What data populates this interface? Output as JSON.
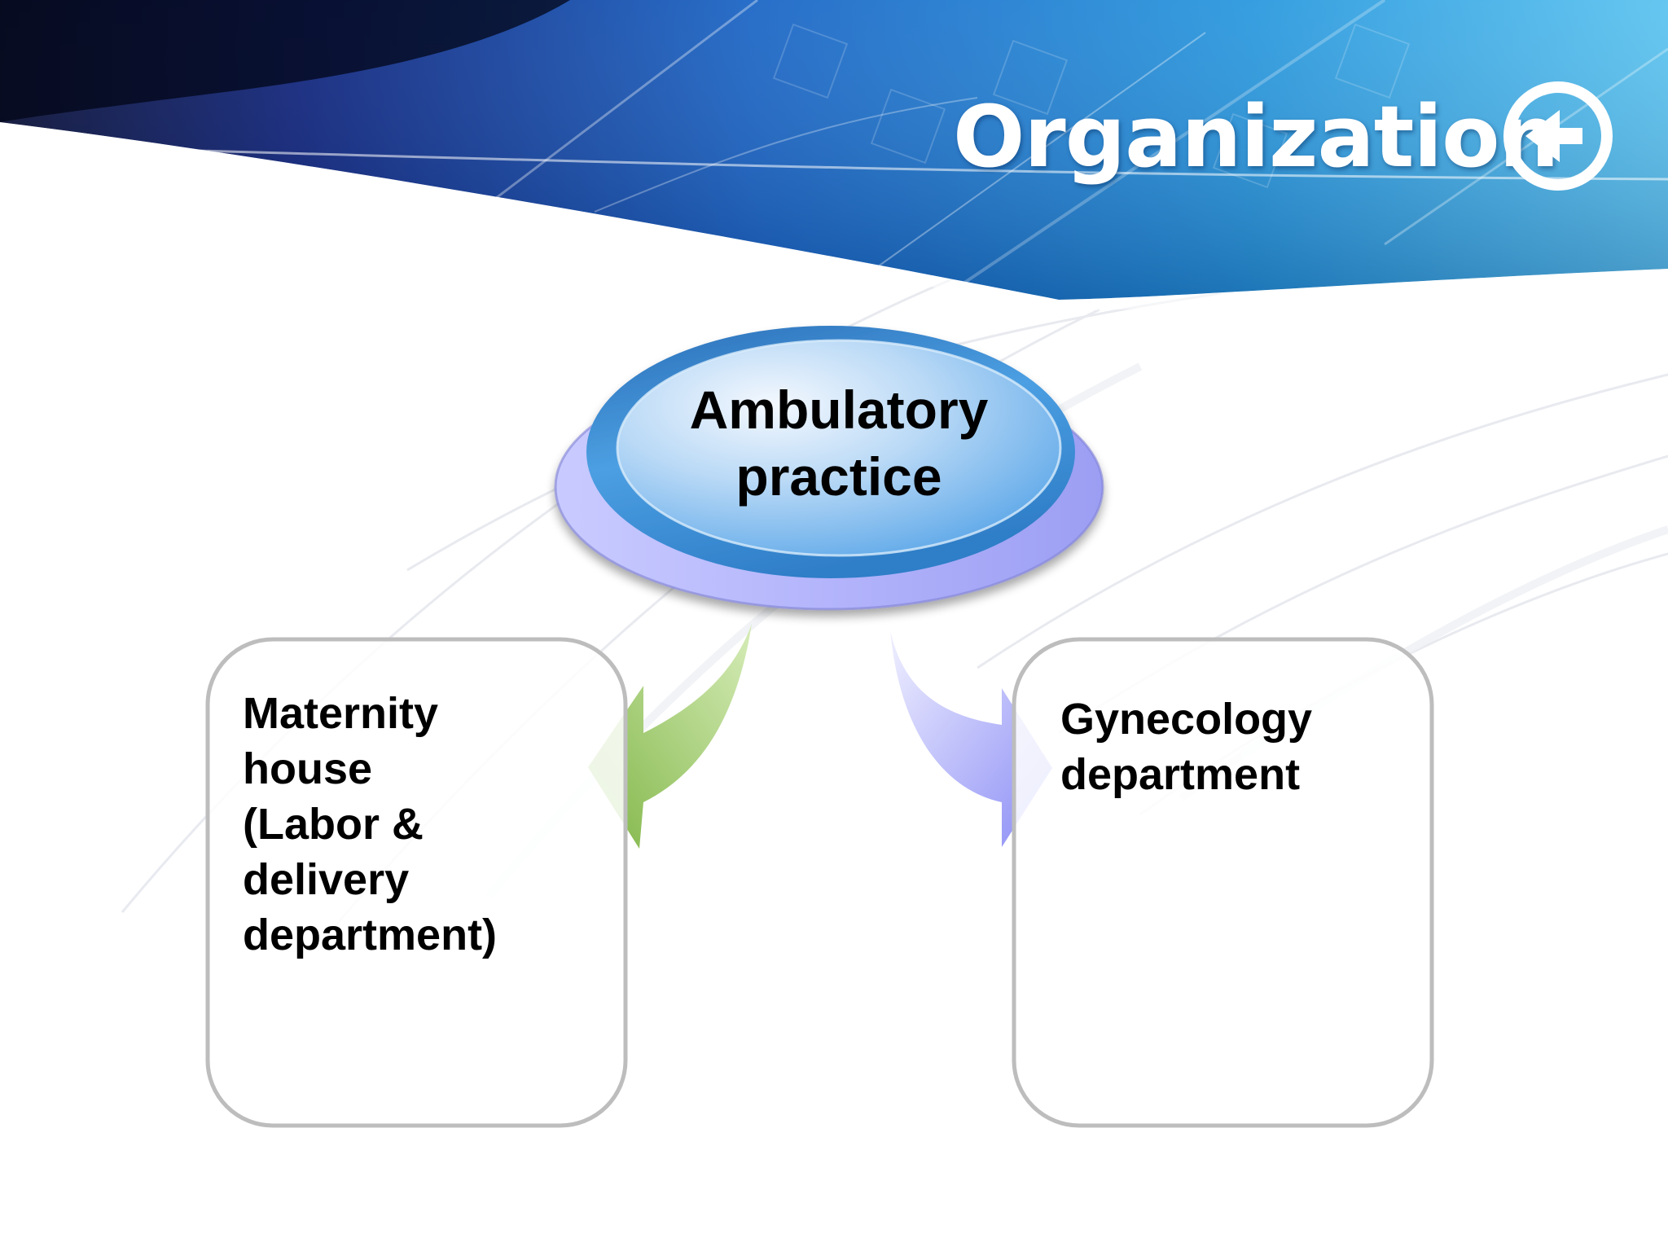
{
  "slide": {
    "title": "Organization",
    "back_icon": "arrow-left-circle-icon"
  },
  "diagram": {
    "top_node": {
      "label": "Ambulatory practice"
    },
    "children": [
      {
        "label": "Maternity\nhouse\n(Labor &\ndelivery\ndepartment)",
        "arrow_color": "#8fc15a"
      },
      {
        "label": "Gynecology\ndepartment",
        "arrow_color": "#9c9cf7"
      }
    ]
  },
  "colors": {
    "header_dark": "#0a1a5e",
    "header_light": "#3ab0e6",
    "node_blue": "#3f8fd6",
    "node_purple": "#a7a7f5",
    "box_border": "#bdbdbd"
  }
}
